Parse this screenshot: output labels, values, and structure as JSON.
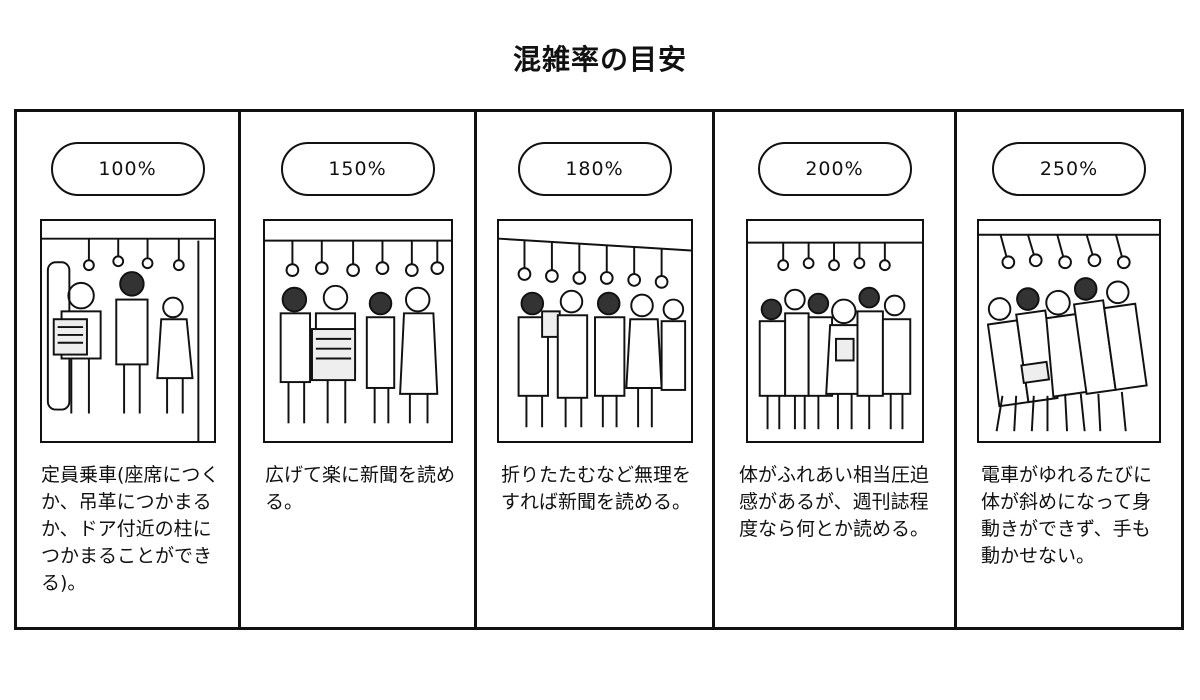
{
  "title": "混雑率の目安",
  "levels": [
    {
      "rate": "100%",
      "illustration": "commuters-standing-reading-newspaper-icon",
      "description": "定員乗車(座席につくか、吊革につかまるか、ドア付近の柱につかまることができる)。"
    },
    {
      "rate": "150%",
      "illustration": "commuters-holding-straps-with-newspaper-icon",
      "description": "広げて楽に新聞を読める。"
    },
    {
      "rate": "180%",
      "illustration": "commuters-folded-newspaper-icon",
      "description": "折りたたむなど無理をすれば新聞を読める。"
    },
    {
      "rate": "200%",
      "illustration": "crowded-commuters-reading-magazine-icon",
      "description": "体がふれあい相当圧迫感があるが、週刊誌程度なら何とか読める。"
    },
    {
      "rate": "250%",
      "illustration": "packed-commuters-leaning-icon",
      "description": "電車がゆれるたびに体が斜めになって身動きができず、手も動かせない。"
    }
  ]
}
